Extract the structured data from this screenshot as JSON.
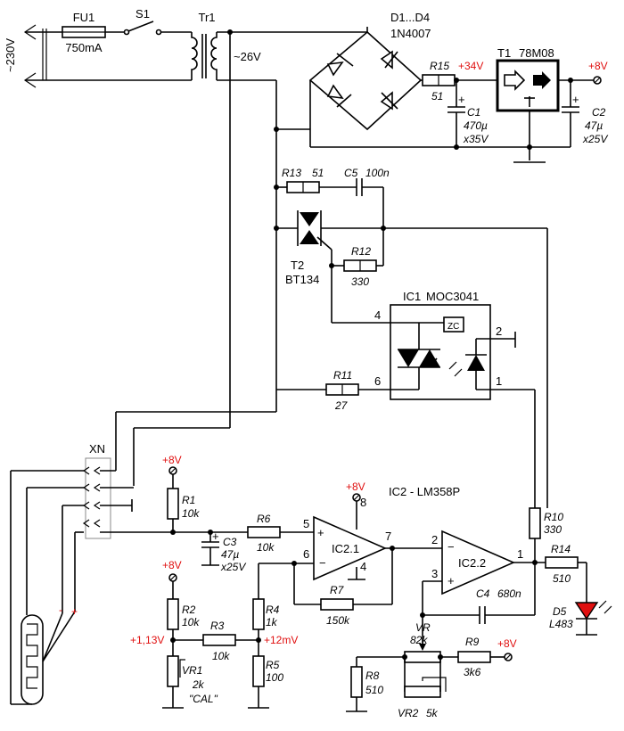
{
  "mains": {
    "voltage": "~230V"
  },
  "fuse": {
    "ref": "FU1",
    "value": "750mA"
  },
  "switch": {
    "ref": "S1"
  },
  "transformer": {
    "ref": "Tr1",
    "secondary": "~26V"
  },
  "bridge": {
    "ref": "D1...D4",
    "part": "1N4007"
  },
  "r15": {
    "ref": "R15",
    "value": "51"
  },
  "rail34": "+34V",
  "c1": {
    "ref": "C1",
    "value": "470µ",
    "rating": "x35V"
  },
  "reg": {
    "ref": "T1",
    "part": "78M08"
  },
  "rail8": "+8V",
  "c2": {
    "ref": "C2",
    "value": "47µ",
    "rating": "x25V"
  },
  "r13": {
    "ref": "R13",
    "value": "51"
  },
  "c5": {
    "ref": "C5",
    "value": "100n"
  },
  "triac": {
    "ref": "T2",
    "part": "BT134"
  },
  "r12": {
    "ref": "R12",
    "value": "330"
  },
  "ic1": {
    "ref": "IC1",
    "part": "MOC3041",
    "zc": "ZC",
    "pin4": "4",
    "pin6": "6",
    "pin2": "2",
    "pin1": "1"
  },
  "r11": {
    "ref": "R11",
    "value": "27"
  },
  "connector": {
    "ref": "XN"
  },
  "r1": {
    "ref": "R1",
    "value": "10k"
  },
  "c3": {
    "ref": "C3",
    "value": "47µ",
    "rating": "x25V"
  },
  "r6": {
    "ref": "R6",
    "value": "10k"
  },
  "ic2": {
    "title": "IC2 - LM358P",
    "a": "IC2.1",
    "b": "IC2.2",
    "p8": "8",
    "p4": "4",
    "p5": "5",
    "p6": "6",
    "p7": "7",
    "p2": "2",
    "p3": "3",
    "p1": "1"
  },
  "r7": {
    "ref": "R7",
    "value": "150k"
  },
  "r2": {
    "ref": "R2",
    "value": "10k"
  },
  "v113": "+1,13V",
  "r3": {
    "ref": "R3",
    "value": "10k"
  },
  "v12mv": "+12mV",
  "r4": {
    "ref": "R4",
    "value": "1k"
  },
  "r5": {
    "ref": "R5",
    "value": "100"
  },
  "vr1": {
    "ref": "VR1",
    "value": "2k",
    "note": "\"CAL\""
  },
  "r10": {
    "ref": "R10",
    "value": "330"
  },
  "r14": {
    "ref": "R14",
    "value": "510"
  },
  "c4": {
    "ref": "C4",
    "value": "680n"
  },
  "d5": {
    "ref": "D5",
    "part": "L483"
  },
  "vr": {
    "ref": "VR",
    "value": "82k"
  },
  "r9": {
    "ref": "R9",
    "value": "3k6"
  },
  "r8": {
    "ref": "R8",
    "value": "510"
  },
  "vr2": {
    "ref": "VR2",
    "value": "5k"
  },
  "tc": {
    "minus": "-",
    "plus": "+"
  }
}
